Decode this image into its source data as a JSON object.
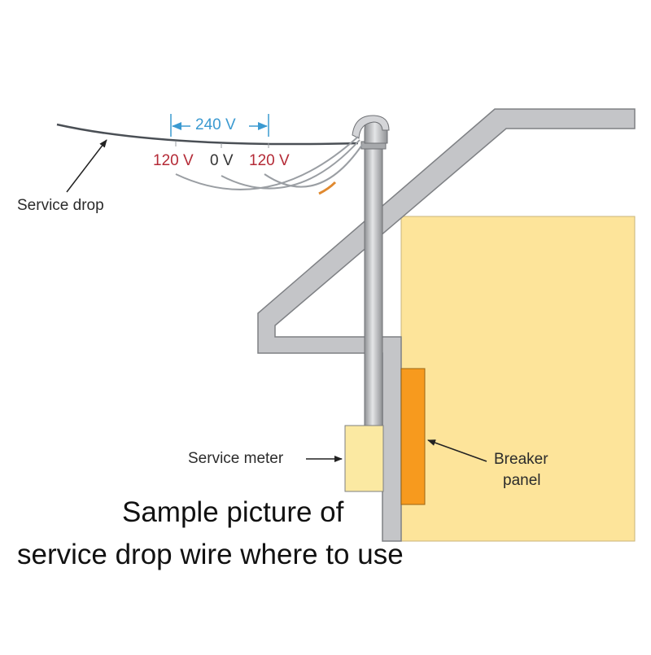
{
  "labels": {
    "service_drop": "Service drop",
    "service_meter": "Service meter",
    "breaker_panel_line1": "Breaker",
    "breaker_panel_line2": "panel"
  },
  "voltages": {
    "total": "240 V",
    "leg_a": "120 V",
    "neutral": "0 V",
    "leg_b": "120 V"
  },
  "caption": {
    "line1": "Sample picture of",
    "line2": "service drop wire where to use"
  },
  "colors": {
    "wall_fill": "#fde49a",
    "panel_orange": "#f79a1e",
    "meter_fill": "#fbe9a2",
    "structure_gray": "#bcbdc0",
    "dimension_blue": "#3b9ad1",
    "hot_red": "#b42a36",
    "wire_dark": "#4a4f55"
  }
}
